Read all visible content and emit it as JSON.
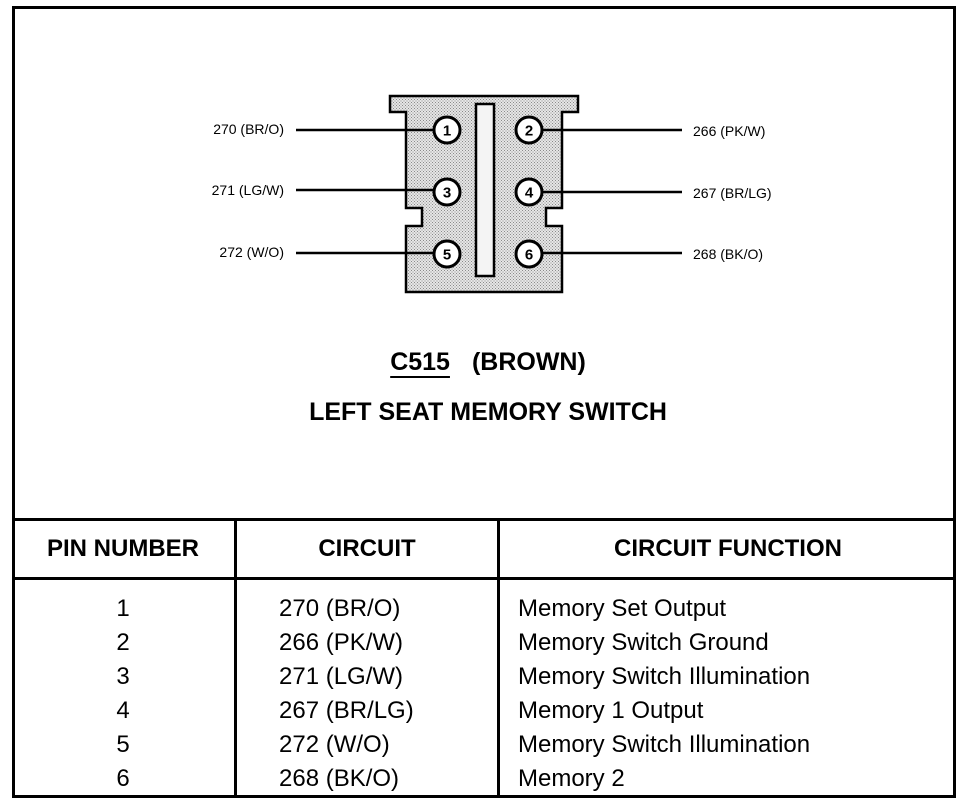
{
  "connector": {
    "code": "C515",
    "color_label": "(BROWN)",
    "description": "LEFT SEAT MEMORY SWITCH"
  },
  "pins": [
    {
      "pin": "1",
      "circuit": "270 (BR/O)",
      "wire_label": "270 (BR/O)",
      "function": "Memory Set Output"
    },
    {
      "pin": "2",
      "circuit": "266 (PK/W)",
      "wire_label": "266 (PK/W)",
      "function": "Memory Switch Ground"
    },
    {
      "pin": "3",
      "circuit": "271 (LG/W)",
      "wire_label": "271 (LG/W)",
      "function": "Memory Switch Illumination"
    },
    {
      "pin": "4",
      "circuit": "267 (BR/LG)",
      "wire_label": "267 (BR/LG)",
      "function": "Memory 1 Output"
    },
    {
      "pin": "5",
      "circuit": "272 (W/O)",
      "wire_label": "272 (W/O)",
      "function": "Memory Switch Illumination"
    },
    {
      "pin": "6",
      "circuit": "268 (BK/O)",
      "wire_label": "268 (BK/O)",
      "function": "Memory 2"
    }
  ],
  "table": {
    "headers": [
      "PIN NUMBER",
      "CIRCUIT",
      "CIRCUIT FUNCTION"
    ]
  }
}
